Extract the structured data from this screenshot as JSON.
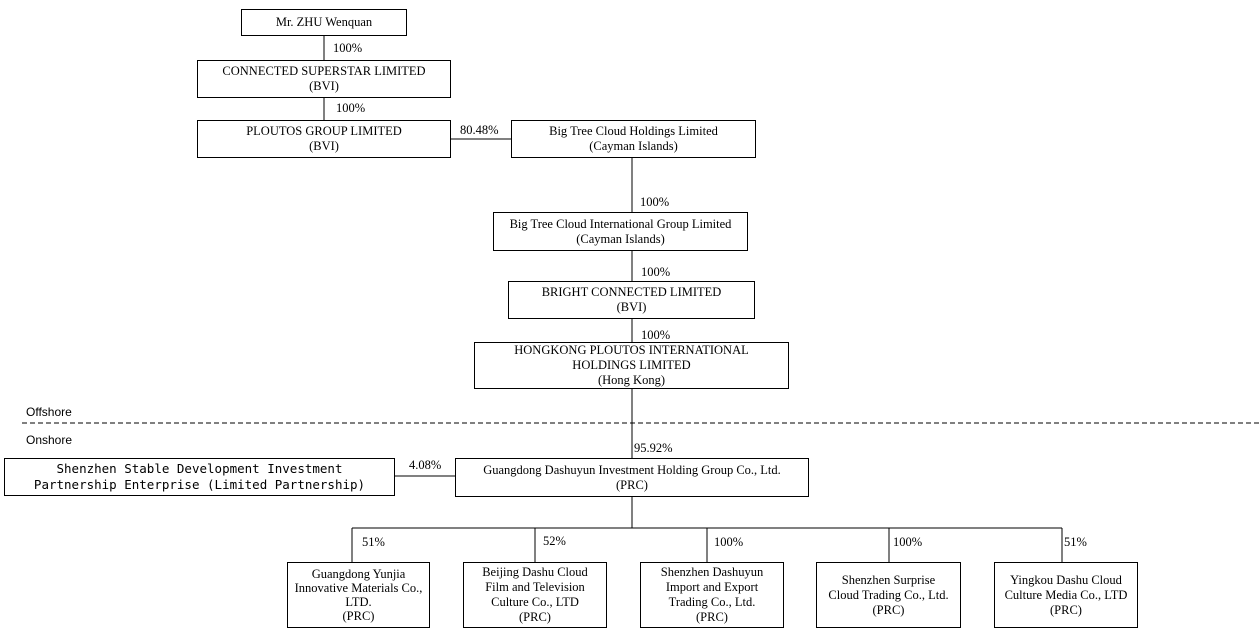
{
  "zones": {
    "offshore": "Offshore",
    "onshore": "Onshore"
  },
  "entities": {
    "zhu": {
      "line1": "Mr. ZHU Wenquan"
    },
    "connected_superstar": {
      "line1": "CONNECTED SUPERSTAR LIMITED",
      "line2": "(BVI)"
    },
    "ploutos_group": {
      "line1": "PLOUTOS GROUP LIMITED",
      "line2": "(BVI)"
    },
    "big_tree_holdings": {
      "line1": "Big Tree Cloud Holdings Limited",
      "line2": "(Cayman Islands)"
    },
    "big_tree_international": {
      "line1": "Big Tree Cloud International Group Limited",
      "line2": "(Cayman Islands)"
    },
    "bright_connected": {
      "line1": "BRIGHT CONNECTED LIMITED",
      "line2": "(BVI)"
    },
    "hongkong_ploutos": {
      "line1": "HONGKONG PLOUTOS INTERNATIONAL",
      "line2": "HOLDINGS LIMITED",
      "line3": "(Hong Kong)"
    },
    "shenzhen_stable": {
      "line1": "Shenzhen Stable Development Investment",
      "line2": "Partnership Enterprise (Limited Partnership)"
    },
    "guangdong_dashuyun": {
      "line1": "Guangdong Dashuyun Investment Holding Group Co., Ltd.",
      "line2": "(PRC)"
    },
    "guangdong_yunjia": {
      "line1": "Guangdong Yunjia",
      "line2": "Innovative Materials Co.,",
      "line3": "LTD.",
      "line4": "(PRC)"
    },
    "beijing_dashu": {
      "line1": "Beijing Dashu Cloud",
      "line2": "Film and Television",
      "line3": "Culture Co., LTD",
      "line4": "(PRC)"
    },
    "shenzhen_dashuyun": {
      "line1": "Shenzhen Dashuyun",
      "line2": "Import and Export",
      "line3": "Trading Co., Ltd.",
      "line4": "(PRC)"
    },
    "shenzhen_surprise": {
      "line1": "Shenzhen Surprise",
      "line2": "Cloud Trading Co., Ltd.",
      "line3": "(PRC)"
    },
    "yingkou_dashu": {
      "line1": "Yingkou Dashu Cloud",
      "line2": "Culture Media Co., LTD",
      "line3": "(PRC)"
    }
  },
  "ownership": {
    "zhu_to_connected": "100%",
    "connected_to_ploutos": "100%",
    "ploutos_to_bigtree": "80.48%",
    "bigtree_to_international": "100%",
    "international_to_bright": "100%",
    "bright_to_hongkong": "100%",
    "hongkong_to_dashuyun": "95.92%",
    "stable_to_dashuyun": "4.08%",
    "dashuyun_to_yunjia": "51%",
    "dashuyun_to_beijing": "52%",
    "dashuyun_to_shenzhen_dashuyun": "100%",
    "dashuyun_to_surprise": "100%",
    "dashuyun_to_yingkou": "51%"
  }
}
